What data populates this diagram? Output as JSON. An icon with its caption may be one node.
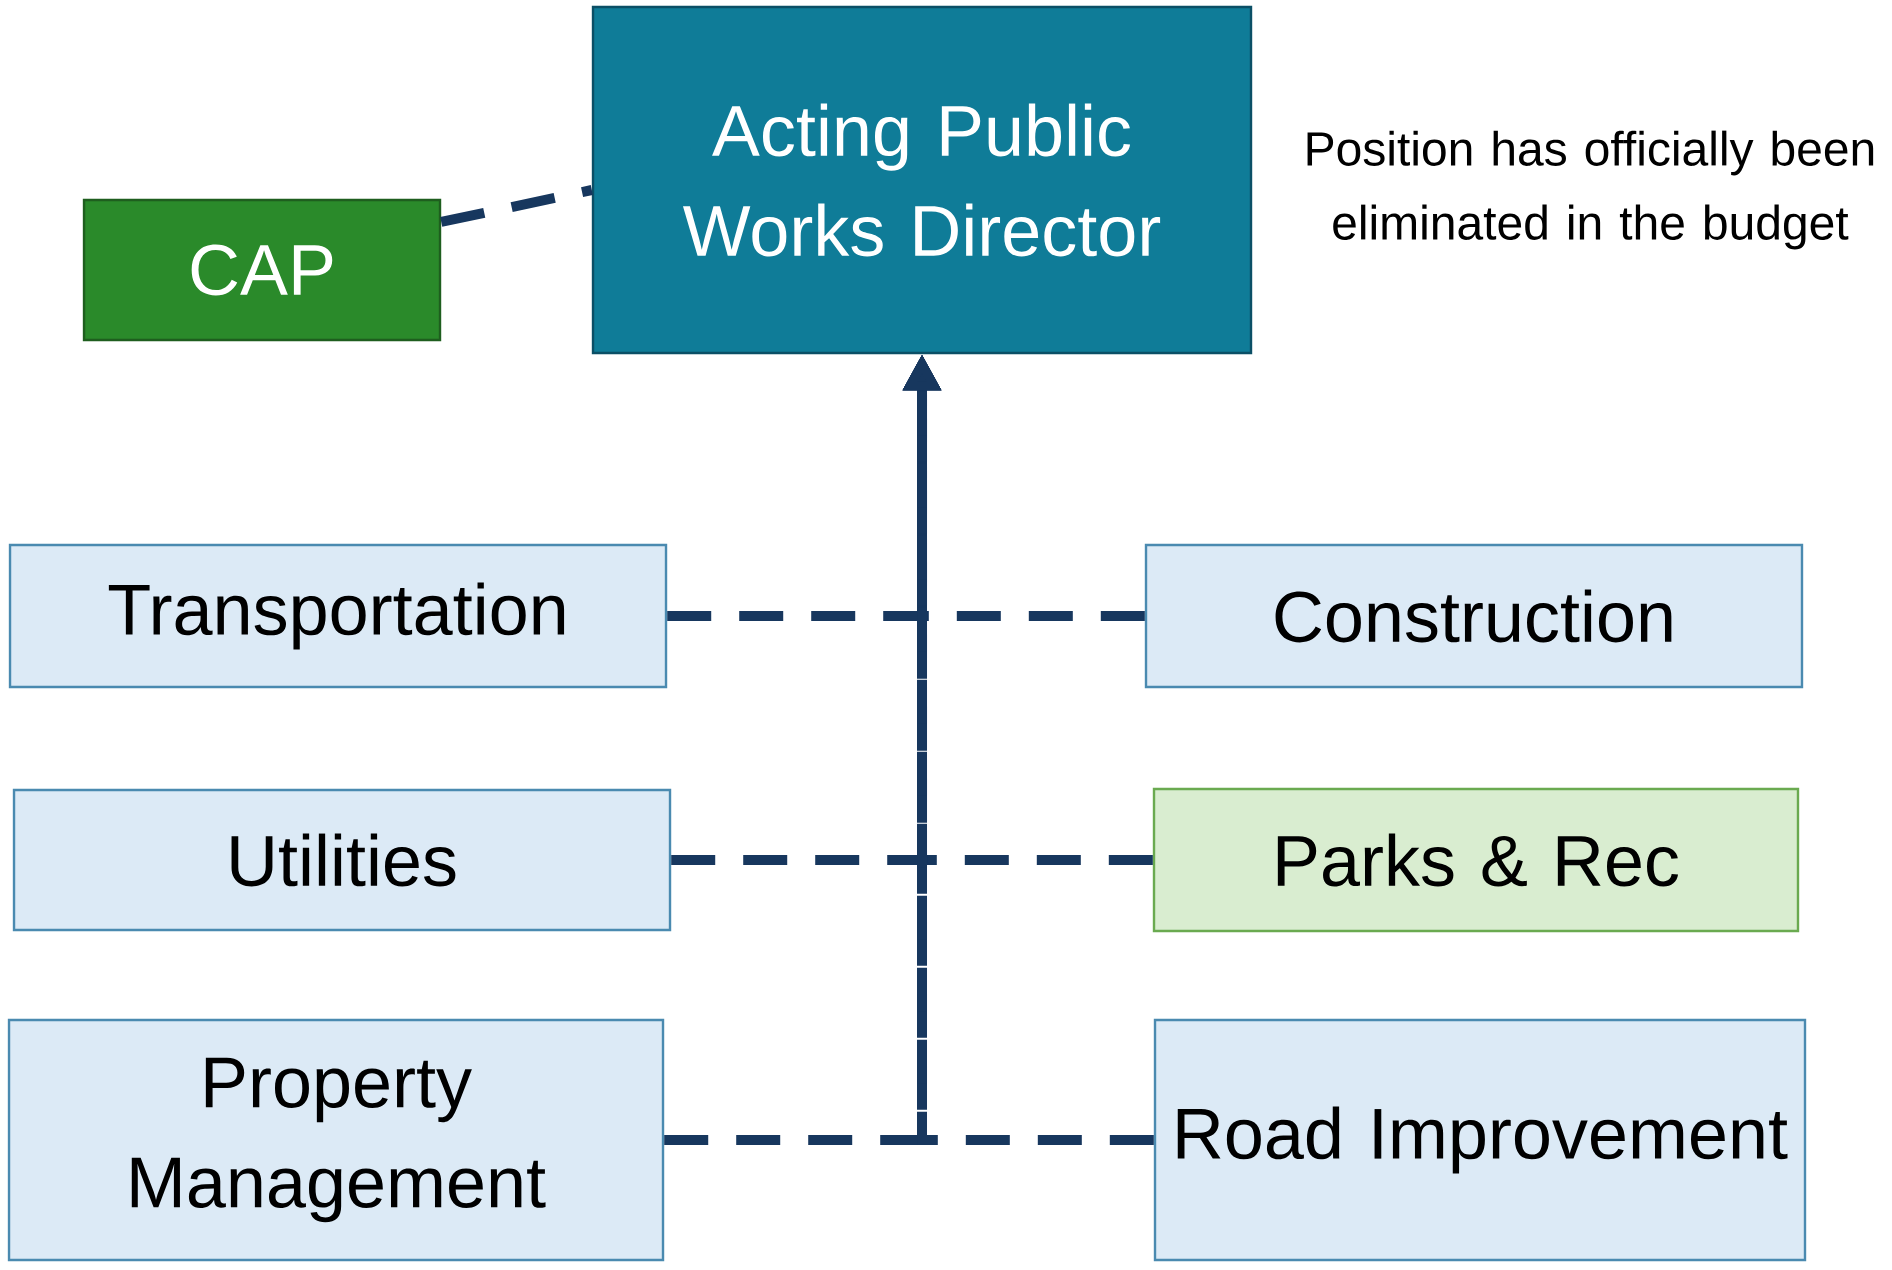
{
  "diagram": {
    "nodes": [
      {
        "text": [
          "Acting Public Works Director"
        ],
        "beside": [
          "Position has officially been eliminated in the budget"
        ]
      },
      {
        "text": [
          "CAP"
        ]
      },
      {
        "text": [
          "Transportation"
        ]
      },
      {
        "text": [
          "Construction"
        ]
      },
      {
        "text": [
          "Utilities"
        ]
      },
      {
        "text": [
          "Parks & Rec"
        ]
      },
      {
        "text": [
          "Property Management"
        ]
      },
      {
        "text": [
          "Road Improvement"
        ]
      }
    ],
    "edges": [
      {
        "from": 1,
        "to": 0,
        "arrow": "none",
        "style": "dashed"
      },
      {
        "from": 2,
        "to": 0,
        "arrow": "to",
        "style": "dashed"
      },
      {
        "from": 3,
        "to": 0,
        "arrow": "to",
        "style": "dashed"
      },
      {
        "from": 4,
        "to": 0,
        "arrow": "to",
        "style": "dashed"
      },
      {
        "from": 5,
        "to": 0,
        "arrow": "to",
        "style": "dashed"
      },
      {
        "from": 6,
        "to": 0,
        "arrow": "to",
        "style": "dashed"
      },
      {
        "from": 7,
        "to": 0,
        "arrow": "to",
        "style": "dashed"
      }
    ]
  }
}
